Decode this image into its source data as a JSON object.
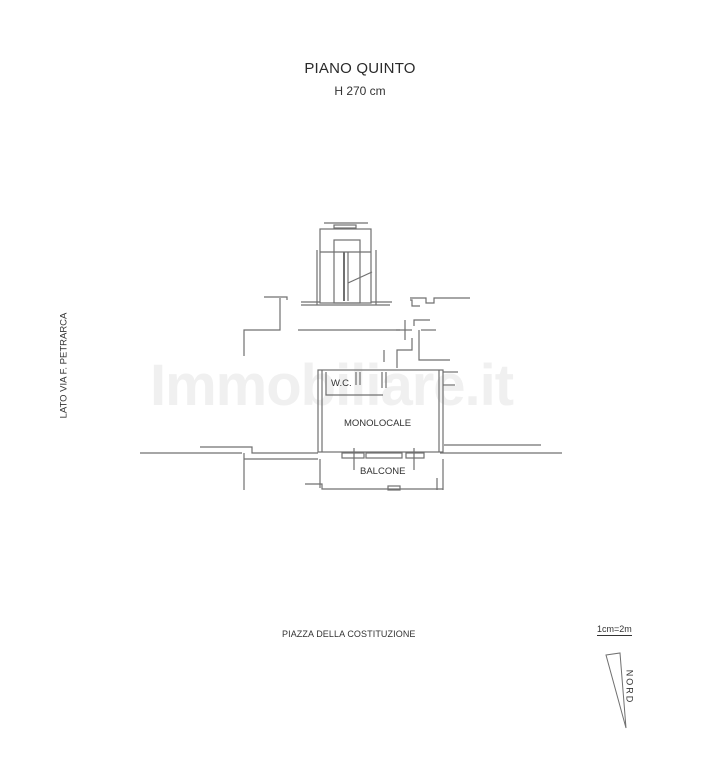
{
  "header": {
    "title": "PIANO QUINTO",
    "height_label": "H 270 cm"
  },
  "labels": {
    "left_side": "LATO VIA F. PETRARCA",
    "bottom_street": "PIAZZA DELLA COSTITUZIONE",
    "scale": "1cm=2m",
    "north": "NORD"
  },
  "rooms": [
    {
      "name": "W.C."
    },
    {
      "name": "MONOLOCALE"
    },
    {
      "name": "BALCONE"
    }
  ],
  "watermark": {
    "text": "Immobiliare.it"
  },
  "colors": {
    "background": "#ffffff",
    "lines": "#6e6e6e",
    "text": "#2a2a2a",
    "watermark": "#ebebeb"
  }
}
